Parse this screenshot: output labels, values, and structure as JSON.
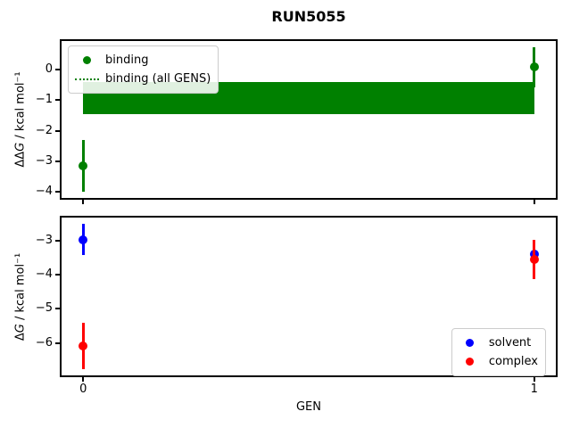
{
  "figure": {
    "title": "RUN5055",
    "background_color": "#ffffff",
    "spine_color": "#000000",
    "legend_border_color": "#cccccc"
  },
  "chart_data": [
    {
      "type": "errorbar",
      "position": "top",
      "ylabel": {
        "pre": "ΔΔ",
        "var": "G",
        "post": " / kcal mol⁻¹"
      },
      "xlabel": "",
      "xlim": [
        -0.05,
        1.05
      ],
      "ylim": [
        -4.22,
        0.96
      ],
      "grid": false,
      "yticks": [
        {
          "v": 0,
          "label": "0"
        },
        {
          "v": -1,
          "label": "−1"
        },
        {
          "v": -2,
          "label": "−2"
        },
        {
          "v": -3,
          "label": "−3"
        },
        {
          "v": -4,
          "label": "−4"
        }
      ],
      "xticks": [
        {
          "v": 0,
          "label": ""
        },
        {
          "v": 1,
          "label": ""
        }
      ],
      "band": {
        "label": "binding (all GENS)",
        "color": "#008000",
        "line_style": "dotted",
        "x0": 0,
        "x1": 1,
        "center": -0.94,
        "err": 0.52
      },
      "series": [
        {
          "name": "binding",
          "color": "#008000",
          "marker": "circle",
          "x": [
            0,
            1
          ],
          "y": [
            -3.15,
            0.08
          ],
          "yerr": [
            0.85,
            0.65
          ]
        }
      ],
      "legend": {
        "position": "top-left",
        "items": [
          {
            "glyph": "dot",
            "color": "#008000",
            "label": "binding"
          },
          {
            "glyph": "dotted-line",
            "color": "#008000",
            "label": "binding (all GENS)"
          }
        ]
      }
    },
    {
      "type": "errorbar",
      "position": "bottom",
      "ylabel": {
        "pre": "Δ",
        "var": "G",
        "post": " / kcal mol⁻¹"
      },
      "xlabel": "GEN",
      "xlim": [
        -0.05,
        1.05
      ],
      "ylim": [
        -6.97,
        -2.3
      ],
      "grid": false,
      "yticks": [
        {
          "v": -3,
          "label": "−3"
        },
        {
          "v": -4,
          "label": "−4"
        },
        {
          "v": -5,
          "label": "−5"
        },
        {
          "v": -6,
          "label": "−6"
        }
      ],
      "xticks": [
        {
          "v": 0,
          "label": "0"
        },
        {
          "v": 1,
          "label": "1"
        }
      ],
      "series": [
        {
          "name": "solvent",
          "color": "#0000ff",
          "marker": "circle",
          "x": [
            0,
            1
          ],
          "y": [
            -2.97,
            -3.4
          ],
          "yerr": [
            0.46,
            0.33
          ]
        },
        {
          "name": "complex",
          "color": "#ff0000",
          "marker": "circle",
          "x": [
            0,
            1
          ],
          "y": [
            -6.08,
            -3.55
          ],
          "yerr": [
            0.67,
            0.58
          ]
        }
      ],
      "legend": {
        "position": "bottom-right",
        "items": [
          {
            "glyph": "dot",
            "color": "#0000ff",
            "label": "solvent"
          },
          {
            "glyph": "dot",
            "color": "#ff0000",
            "label": "complex"
          }
        ]
      }
    }
  ]
}
